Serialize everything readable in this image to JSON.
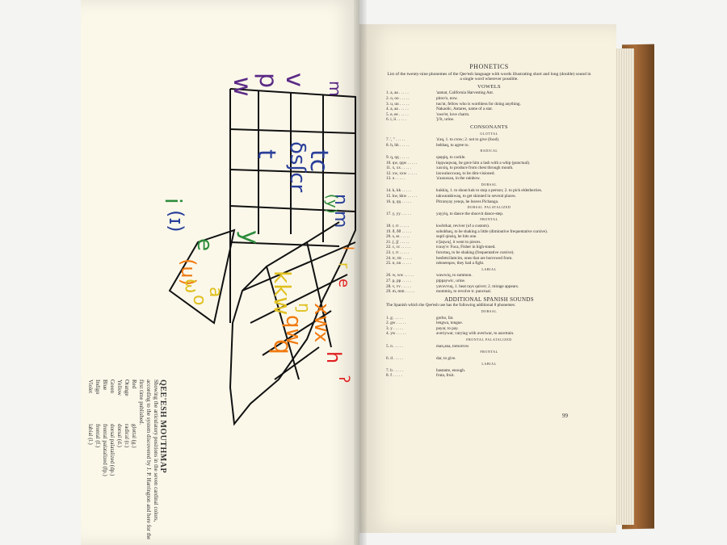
{
  "left_page": {
    "mouthmap": {
      "top_letters": [
        "w",
        "p",
        "v"
      ],
      "side_letter": "m",
      "row_letters": [
        "ʃ",
        "t",
        "δsʃcr",
        "tc",
        "n",
        "m",
        "y",
        "qw",
        "kkw",
        "x",
        "xw",
        "q",
        "h",
        "ʔ",
        "e",
        "r",
        "l"
      ],
      "vowel_block": [
        "i",
        "(ɪ)",
        "e",
        "(u)",
        "ω",
        "o",
        "a"
      ]
    },
    "legend": {
      "title": "QEE'ESH MOUTHMAP",
      "caption": "Showing the articulatory positions in the seven cardinal colors, according to the system discovered by J. P. Harrington and here for the first time published.",
      "rows": [
        {
          "color": "Red",
          "position": "glottal (g.)"
        },
        {
          "color": "Orange",
          "position": "radical (r.)"
        },
        {
          "color": "Yellow",
          "position": "dorsal (d.)"
        },
        {
          "color": "Green",
          "position": "dorsal palatalized (dp.)"
        },
        {
          "color": "Blue",
          "position": "frontal palatalized (fp.)"
        },
        {
          "color": "Indigo",
          "position": "frontal (f.)"
        },
        {
          "color": "Violet",
          "position": "labial (l.)"
        }
      ]
    }
  },
  "right_page": {
    "title": "PHONETICS",
    "intro": "List of the twenty-nine phonemes of the Qee'esh language with words illustrating short and long (double) sound in a single word wherever possible.",
    "vowels_heading": "VOWELS",
    "vowels": [
      {
        "n": "1. a, aa",
        "w": "'aamat, California Harvesting Ant."
      },
      {
        "n": "2. o, oo",
        "w": "pitoo'o, now."
      },
      {
        "n": "3. u, uu",
        "w": "tuu'ut, fellow who is worthless for doing anything."
      },
      {
        "n": "4. a, aa",
        "w": "Nakaolic, Antares, name of a star."
      },
      {
        "n": "5. e, ee",
        "w": "'owe'et, love charm."
      },
      {
        "n": "6. i, ii",
        "w": "'ji'it, urine."
      }
    ],
    "consonants_heading": "CONSONANTS",
    "groups": [
      {
        "label": "GLOTTAL",
        "items": [
          {
            "n": "7. ', ''",
            "w": "'a'aq, 1. to crow; 2. not to give (food)."
          },
          {
            "n": "8. h, hh",
            "w": "hehhaq, to agree to."
          }
        ]
      },
      {
        "label": "RADICAL",
        "items": [
          {
            "n": "9. q, qq",
            "w": "qaqqiq, to cackle."
          },
          {
            "n": "10. qw, qqw",
            "w": "liqqwaqwaq, he gave him a lash with a whip (punctual)."
          },
          {
            "n": "11. x, xx",
            "w": "xaxxiq, to produce from chest through mouth."
          },
          {
            "n": "12. xw, xxw",
            "w": "laxwalaxxwaq, to be dim-visioned."
          },
          {
            "n": "13. ə",
            "w": "'a'aaxaxau, in the rainbow."
          }
        ]
      },
      {
        "label": "DORSAL",
        "items": [
          {
            "n": "14. k, kk",
            "w": "kukkiq, 1. to shout kuk to stop a person; 2. to pick elderberries."
          },
          {
            "n": "15. kw, kkw",
            "w": "takwarakkwaq, to get skinned in several places."
          },
          {
            "n": "16. ŋ, ŋŋ",
            "w": "Pitcanyay yenqs, he leaves Pichanga."
          }
        ]
      },
      {
        "label": "DORSAL PALATALIZED",
        "items": [
          {
            "n": "17. y, yy",
            "w": "yayyiq, to dance the shoovit dance-step."
          }
        ]
      },
      {
        "label": "FRONTAL",
        "items": [
          {
            "n": "18. r, rr",
            "w": "kwěrrkat, reviver (of a custom)."
          },
          {
            "n": "19. ð, ðð",
            "w": "sobobbaq, to be shaking a little (diminutive frequentative cursive)."
          },
          {
            "n": "20. s, ss",
            "w": "supil qinsiq, he hits one."
          },
          {
            "n": "21. ʃ, ʃʃ",
            "w": "n'ʃaqwaʃ, it went to pieces."
          },
          {
            "n": "22. c, cc",
            "w": "tcuuy'e: Fuca, Fisher in high-toned."
          },
          {
            "n": "23. r, rr",
            "w": "forortaq, to be shaking (frequentative cursive)."
          },
          {
            "n": "24. tc, ttc",
            "w": "hesfettcilattcim, ones that are borrowed from."
          },
          {
            "n": "25. n, nn",
            "w": "nénneeqaw, they had a fight."
          }
        ]
      },
      {
        "label": "LABIAL",
        "items": [
          {
            "n": "26. w, ww",
            "w": "wawwiq, to summon."
          },
          {
            "n": "27. p, pp",
            "w": "pippaywic, urine."
          },
          {
            "n": "28. v, vv",
            "w": "yavuvvuq, 1. heat rays quiver; 2. mirage appears."
          },
          {
            "n": "29. m, mm",
            "w": "mommiq, to revolve tr. punctual."
          }
        ]
      }
    ],
    "spanish_heading": "ADDITIONAL SPANISH SOUNDS",
    "spanish_intro": "The Spanish which the Qee'esh use has the following additional 8 phonemes:",
    "spanish_groups": [
      {
        "label": "DORSAL",
        "items": [
          {
            "n": "1. g",
            "w": "gorbo, fat."
          },
          {
            "n": "2. gw",
            "w": "lengwa, tongue."
          },
          {
            "n": "3. y",
            "w": "payar, to pay."
          },
          {
            "n": "4. yw",
            "w": "averiywar, varying with averiwar, to ascertain."
          }
        ]
      },
      {
        "label": "FRONTAL PALATALIZED",
        "items": [
          {
            "n": "5. n",
            "w": "man,ana, tomorrow"
          }
        ]
      },
      {
        "label": "FRONTAL",
        "items": [
          {
            "n": "6. d",
            "w": "dar, to give."
          }
        ]
      },
      {
        "label": "LABIAL",
        "items": [
          {
            "n": "7. b",
            "w": "bastante, enough."
          },
          {
            "n": "8. f",
            "w": "fruta, fruit."
          }
        ]
      }
    ],
    "page_number": "99"
  }
}
